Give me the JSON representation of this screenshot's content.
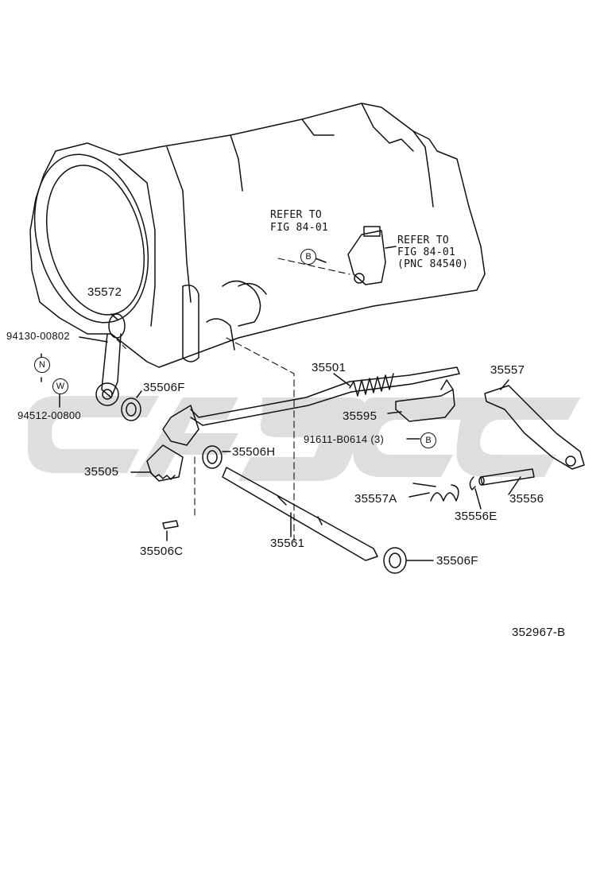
{
  "watermark": {
    "text": "",
    "color": "#d6d6d6",
    "description_icon": "brand-logo-watermark"
  },
  "refer_b1": {
    "line1": "REFER TO",
    "line2": "FIG 84-01",
    "badge": "B"
  },
  "refer_b2": {
    "line1": "REFER TO",
    "line2": "FIG 84-01",
    "line3": "(PNC 84540)"
  },
  "parts": {
    "p35572": "35572",
    "p94130": "94130-00802",
    "badge_n": "N",
    "badge_w": "W",
    "p94512": "94512-00800",
    "p35506F_top": "35506F",
    "p35505": "35505",
    "p35506H": "35506H",
    "p35506C": "35506C",
    "p35561": "35561",
    "p35501": "35501",
    "p35595": "35595",
    "p91611": "91611-B0614 (3)",
    "badge_b": "B",
    "p35557": "35557",
    "p35557A": "35557A",
    "p35556E": "35556E",
    "p35556": "35556",
    "p35506F_bottom": "35506F"
  },
  "figure_code": "352967-B"
}
